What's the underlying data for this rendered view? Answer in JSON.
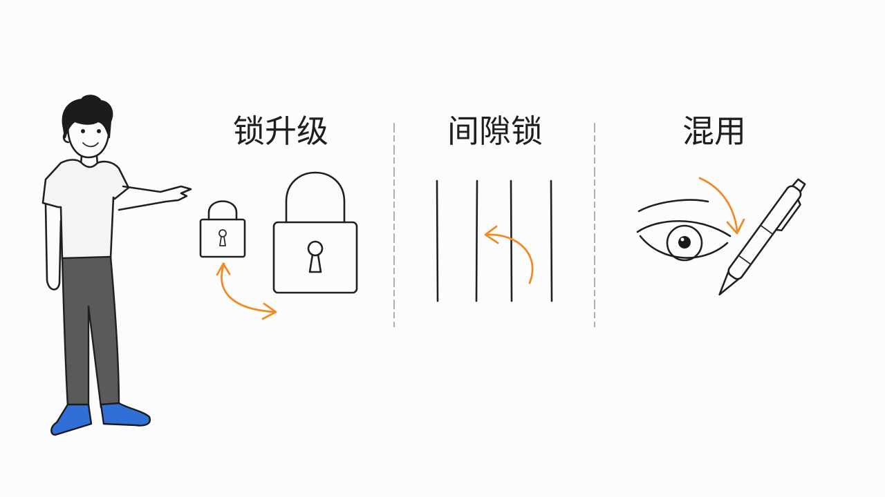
{
  "sections": [
    {
      "title": "锁升级",
      "illustration": "lock-pair-icon"
    },
    {
      "title": "间隙锁",
      "illustration": "gap-lines-icon"
    },
    {
      "title": "混用",
      "illustration": "eye-and-pen-icon"
    }
  ],
  "colors": {
    "accent": "#f08a24",
    "ink": "#1f1f1f",
    "shirt": "#f4f4f4",
    "pants": "#5a5a5a",
    "shoes": "#2f6fd6",
    "background": "#fcfcfc"
  }
}
